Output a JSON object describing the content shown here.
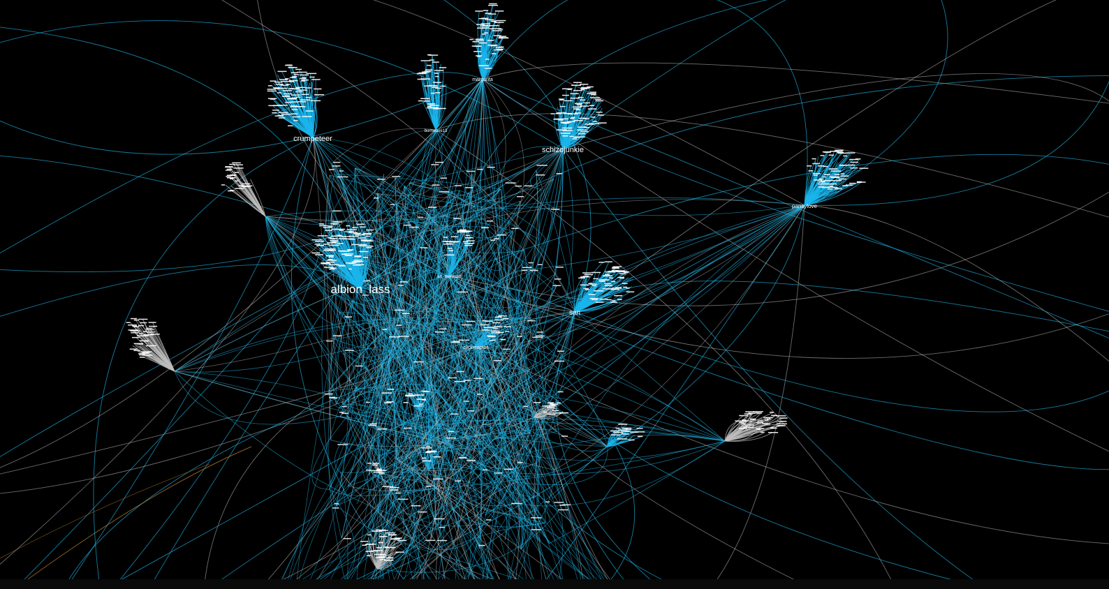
{
  "graph": {
    "background": "#000000",
    "edge_colors": {
      "primary": "#1fb2e3",
      "secondary": "#c9c9c9",
      "accent": "#c8872f"
    },
    "hubs": [
      {
        "id": "albion_lass",
        "label": "albion_lass",
        "emphasis": "large",
        "color": "#19b5ec"
      },
      {
        "id": "crumpeteer",
        "label": "crumpeteer",
        "emphasis": "medium",
        "color": "#19b5ec"
      },
      {
        "id": "schizojunkie",
        "label": "schizojunkie",
        "emphasis": "medium",
        "color": "#19b5ec"
      },
      {
        "id": "san",
        "label": "san",
        "emphasis": "medium",
        "color": "#19b5ec"
      },
      {
        "id": "pansylove",
        "label": "pansylove",
        "emphasis": "small",
        "color": "#19b5ec"
      },
      {
        "id": "margarita",
        "label": "margarita",
        "emphasis": "small",
        "color": "#19b5ec"
      },
      {
        "id": "burnwave13",
        "label": "burnwave13",
        "emphasis": "small",
        "color": "#19b5ec"
      },
      {
        "id": "art_mermaid",
        "label": "art_mermaid",
        "emphasis": "small",
        "color": "#19b5ec"
      },
      {
        "id": "clickyraptor",
        "label": "clickyraptor",
        "emphasis": "small",
        "color": "#19b5ec"
      },
      {
        "id": "hub-grey-w",
        "label": "",
        "emphasis": "small",
        "color": "#bdbdbd"
      },
      {
        "id": "hub-grey-sw",
        "label": "",
        "emphasis": "small",
        "color": "#bdbdbd"
      },
      {
        "id": "hub-grey-e",
        "label": "",
        "emphasis": "small",
        "color": "#bdbdbd"
      },
      {
        "id": "hub-grey-mid",
        "label": "",
        "emphasis": "small",
        "color": "#bdbdbd"
      },
      {
        "id": "hub-blue-se",
        "label": "",
        "emphasis": "small",
        "color": "#19b5ec"
      },
      {
        "id": "hub-blue-s",
        "label": "",
        "emphasis": "small",
        "color": "#19b5ec"
      },
      {
        "id": "hub-grey-s",
        "label": "",
        "emphasis": "small",
        "color": "#bdbdbd"
      },
      {
        "id": "hub-blue-c",
        "label": "",
        "emphasis": "small",
        "color": "#19b5ec"
      },
      {
        "id": "hub-grey-bottom",
        "label": "",
        "emphasis": "small",
        "color": "#bdbdbd"
      }
    ]
  }
}
